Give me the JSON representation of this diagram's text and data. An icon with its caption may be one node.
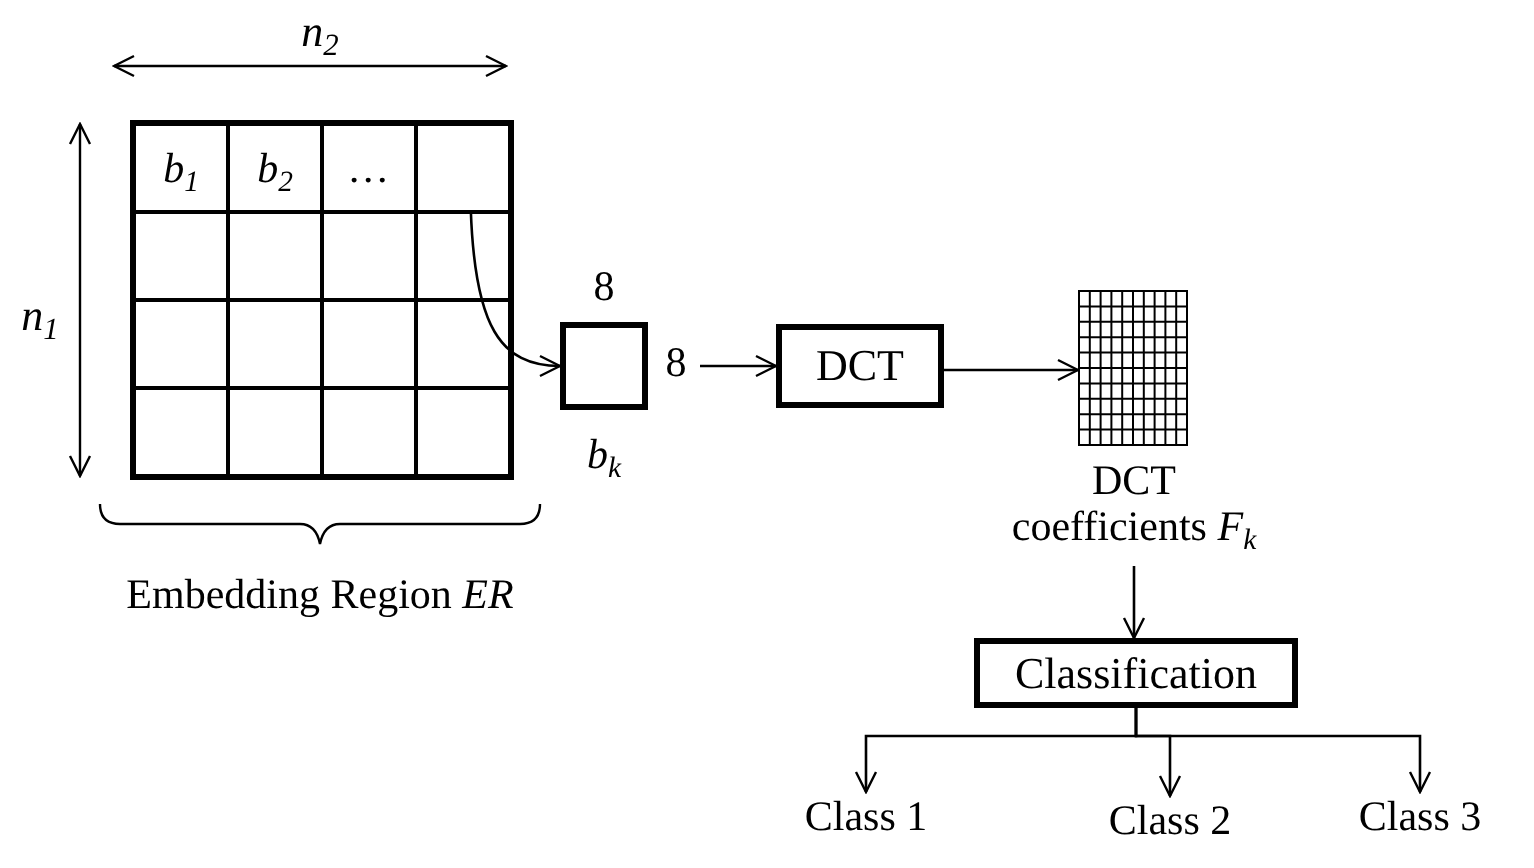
{
  "diagram": {
    "nodes": [
      {
        "text": [],
        "shape": "box",
        "beside": [
          "Embedding Region *ER*"
        ]
      },
      {
        "text": [
          "*b*$_{1}$"
        ],
        "in": 0
      },
      {
        "text": [
          "b$_{2}$"
        ],
        "in": 0
      },
      {
        "text": [
          "…"
        ],
        "in": 0
      },
      {
        "text": [],
        "shape": "box",
        "in": 0
      },
      {
        "text": [],
        "shape": "box",
        "beside": [
          "8",
          "8",
          "b$_{k}$"
        ]
      },
      {
        "text": [
          "DCT"
        ]
      },
      {
        "text": [
          "DCT coefficients *F*$_{k}$"
        ]
      },
      {
        "text": [
          "Classification"
        ]
      },
      {
        "text": [
          "Class 1"
        ]
      },
      {
        "text": [
          "Class 2"
        ]
      },
      {
        "text": [
          "Class 3"
        ]
      }
    ],
    "edges": [
      {
        "from": 4,
        "to": 5,
        "arrow": "to"
      },
      {
        "from": 5,
        "to": 6,
        "arrow": "to"
      },
      {
        "from": 6,
        "to": 7,
        "arrow": "to"
      },
      {
        "from": 7,
        "to": 8,
        "arrow": "to"
      },
      {
        "from": 8,
        "to": 9,
        "arrow": "to"
      },
      {
        "from": 8,
        "to": 10,
        "arrow": "to"
      },
      {
        "from": 8,
        "to": 11,
        "arrow": "to"
      }
    ],
    "labels": [
      "n$_{2}$",
      "n$_{1}$"
    ]
  }
}
